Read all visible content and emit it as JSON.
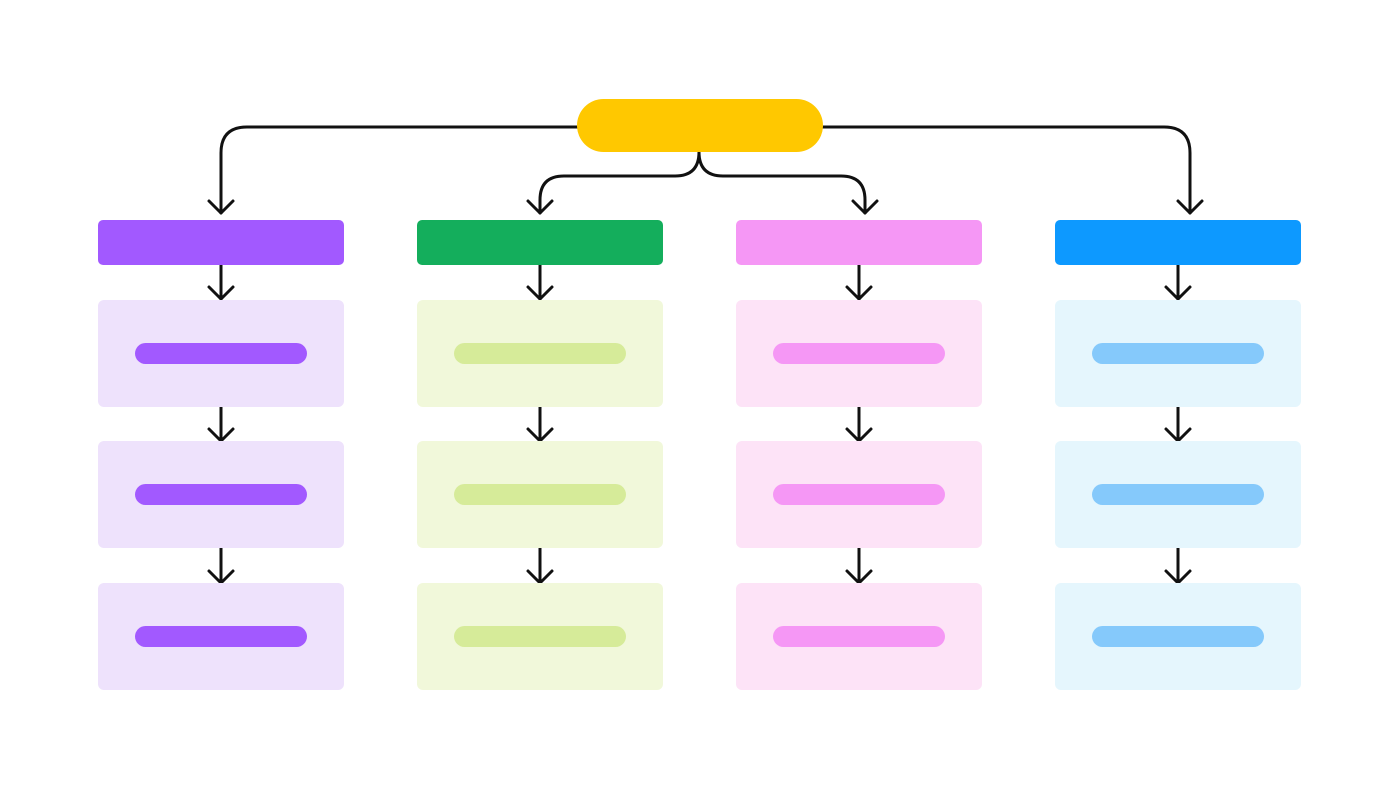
{
  "diagram": {
    "type": "hierarchy",
    "connector_color": "#111111",
    "root": {
      "color": "#ffc800"
    },
    "columns": [
      {
        "header_color": "#a259ff",
        "card_color": "#eee2fc",
        "bar_color": "#a259ff",
        "cards": 3
      },
      {
        "header_color": "#14ae5c",
        "card_color": "#f1f8da",
        "bar_color": "#d6eb99",
        "cards": 3
      },
      {
        "header_color": "#f597f5",
        "card_color": "#fde3f7",
        "bar_color": "#f597f5",
        "cards": 3
      },
      {
        "header_color": "#0d99ff",
        "card_color": "#e5f6fd",
        "bar_color": "#85c9fb",
        "cards": 3
      }
    ]
  }
}
